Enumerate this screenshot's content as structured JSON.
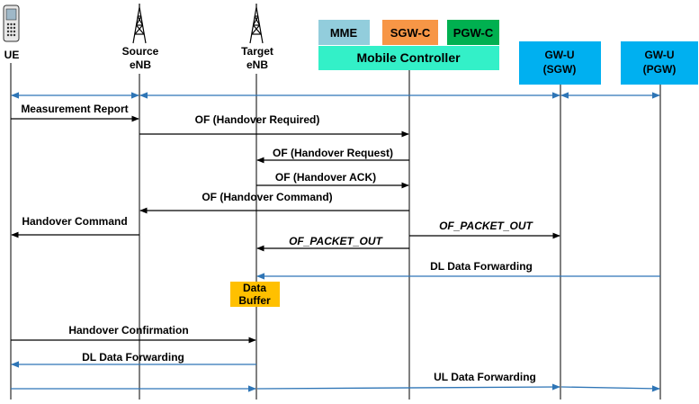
{
  "entities": {
    "ue": "UE",
    "source_enb": [
      "Source",
      "eNB"
    ],
    "target_enb": [
      "Target",
      "eNB"
    ],
    "mme": "MME",
    "sgw_c": "SGW-C",
    "pgw_c": "PGW-C",
    "mobile_controller": "Mobile Controller",
    "gw_u_sgw": [
      "GW-U",
      "(SGW)"
    ],
    "gw_u_pgw": [
      "GW-U",
      "(PGW)"
    ]
  },
  "data_buffer": [
    "Data",
    "Buffer"
  ],
  "messages": [
    {
      "id": "measurement-report",
      "label": "Measurement Report",
      "italic": false
    },
    {
      "id": "handover-required",
      "label": "OF (Handover Required)",
      "italic": false
    },
    {
      "id": "handover-request",
      "label": "OF (Handover Request)",
      "italic": false
    },
    {
      "id": "handover-ack",
      "label": "OF (Handover ACK)",
      "italic": false
    },
    {
      "id": "handover-command-of",
      "label": "OF (Handover Command)",
      "italic": false
    },
    {
      "id": "handover-command",
      "label": "Handover Command",
      "italic": false
    },
    {
      "id": "of-packet-out-sgw",
      "label": "OF_PACKET_OUT",
      "italic": true
    },
    {
      "id": "of-packet-out-target",
      "label": "OF_PACKET_OUT",
      "italic": true
    },
    {
      "id": "dl-forwarding-pgw",
      "label": "DL Data Forwarding",
      "italic": false
    },
    {
      "id": "handover-confirmation",
      "label": "Handover Confirmation",
      "italic": false
    },
    {
      "id": "dl-forwarding-ue",
      "label": "DL Data Forwarding",
      "italic": false
    },
    {
      "id": "ul-forwarding",
      "label": "UL Data Forwarding",
      "italic": false
    }
  ],
  "colors": {
    "mme": "#92CDDC",
    "sgw_c": "#F79646",
    "pgw_c": "#00B050",
    "mobile_controller": "#33F0C8",
    "gw_u": "#00B0F0",
    "data_buffer": "#FFC000",
    "signal_arrow": "#000000",
    "data_arrow": "#2E75B6"
  }
}
